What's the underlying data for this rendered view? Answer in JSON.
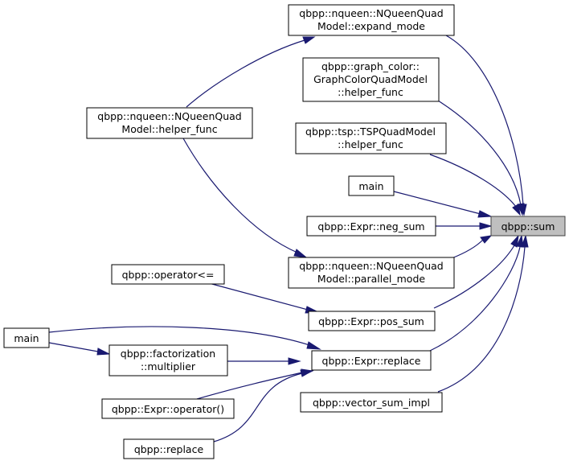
{
  "graph": {
    "focus_node": "qbpp::sum",
    "nodes": {
      "sum": [
        "qbpp::sum"
      ],
      "expand_mode": [
        "qbpp::nqueen::NQueenQuad",
        "Model::expand_mode"
      ],
      "graph_color_helper": [
        "qbpp::graph_color::",
        "GraphColorQuadModel",
        "::helper_func"
      ],
      "nqueen_helper": [
        "qbpp::nqueen::NQueenQuad",
        "Model::helper_func"
      ],
      "tsp_helper": [
        "qbpp::tsp::TSPQuadModel",
        "::helper_func"
      ],
      "main_top": [
        "main"
      ],
      "neg_sum": [
        "qbpp::Expr::neg_sum"
      ],
      "parallel_mode": [
        "qbpp::nqueen::NQueenQuad",
        "Model::parallel_mode"
      ],
      "operator_le": [
        "qbpp::operator<="
      ],
      "pos_sum": [
        "qbpp::Expr::pos_sum"
      ],
      "main_left": [
        "main"
      ],
      "factorization_multiplier": [
        "qbpp::factorization",
        "::multiplier"
      ],
      "expr_replace": [
        "qbpp::Expr::replace"
      ],
      "expr_operator_call": [
        "qbpp::Expr::operator()"
      ],
      "qbpp_replace": [
        "qbpp::replace"
      ],
      "vector_sum_impl": [
        "qbpp::vector_sum_impl"
      ]
    },
    "colors": {
      "edge": "#191970",
      "node_border": "#000000",
      "focus_fill": "#bfbfbf",
      "focus_border": "#404040"
    }
  }
}
